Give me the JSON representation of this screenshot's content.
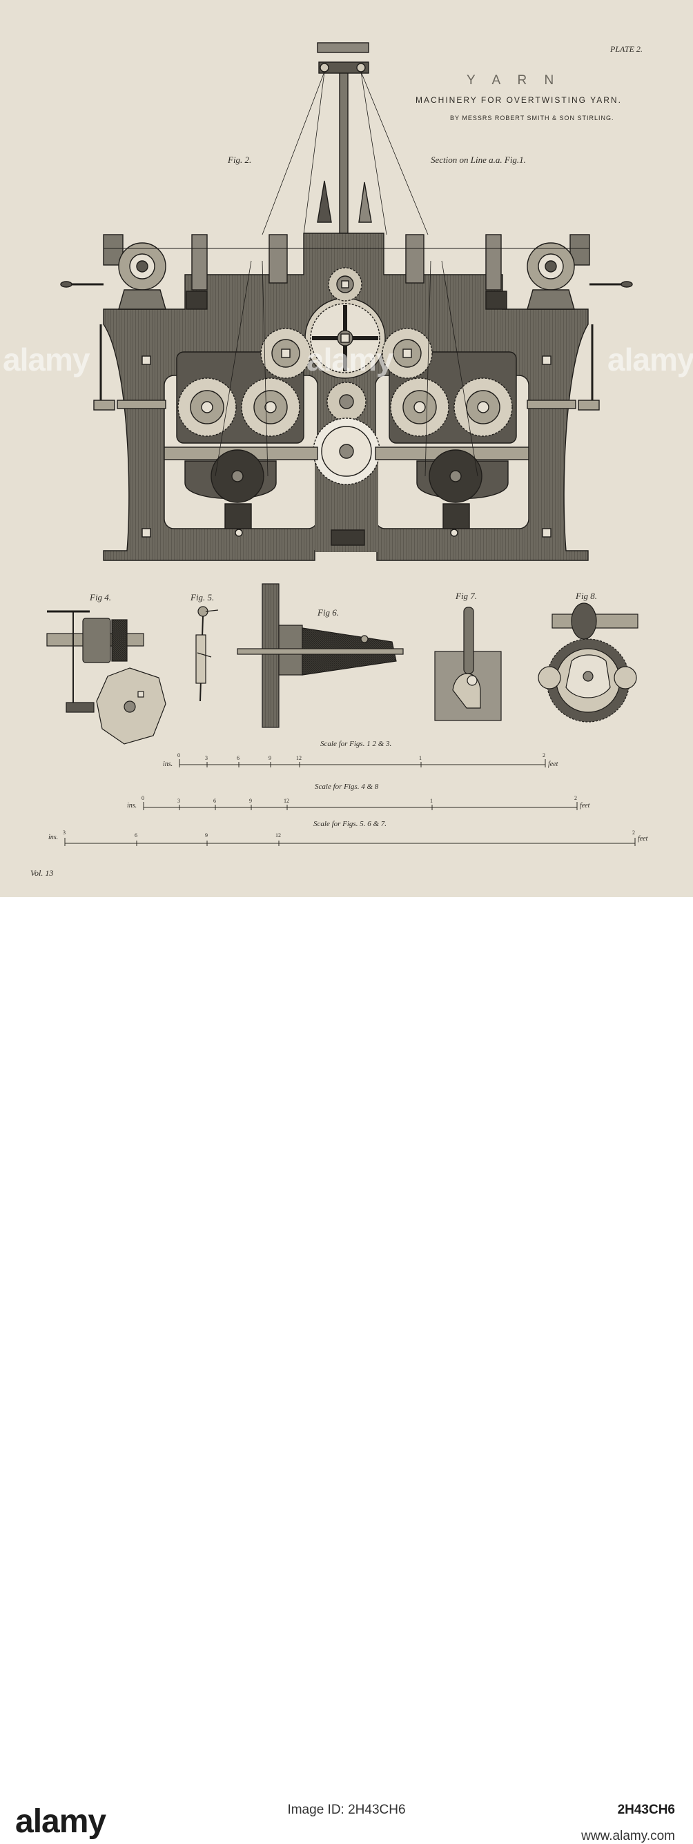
{
  "plate": {
    "number": "PLATE 2.",
    "title": "Y A R N",
    "subtitle": "MACHINERY FOR OVERTWISTING YARN.",
    "byline": "BY MESSRS ROBERT SMITH & SON STIRLING.",
    "volume": "Vol. 13"
  },
  "figures": {
    "fig2": "Fig. 2.",
    "section": "Section on Line a.a. Fig.1.",
    "fig4": "Fig 4.",
    "fig5": "Fig. 5.",
    "fig6": "Fig 6.",
    "fig7": "Fig 7.",
    "fig8": "Fig 8."
  },
  "scales": [
    {
      "label": "Scale for Figs. 1 2 & 3.",
      "left": "ins.",
      "right": "feet",
      "ticks": [
        "0",
        "3",
        "6",
        "9",
        "12",
        "1",
        "2"
      ]
    },
    {
      "label": "Scale for Figs. 4 & 8",
      "left": "ins.",
      "right": "feet",
      "ticks": [
        "0",
        "3",
        "6",
        "9",
        "12",
        "1",
        "2"
      ]
    },
    {
      "label": "Scale for Figs. 5. 6 & 7.",
      "left": "ins.",
      "right": "feet",
      "ticks": [
        "3",
        "6",
        "9",
        "12",
        "2"
      ]
    }
  ],
  "watermark": "alamy",
  "footer": {
    "logo": "alamy",
    "image_id": "Image ID: 2H43CH6",
    "ref": "2H43CH6",
    "url": "www.alamy.com"
  }
}
